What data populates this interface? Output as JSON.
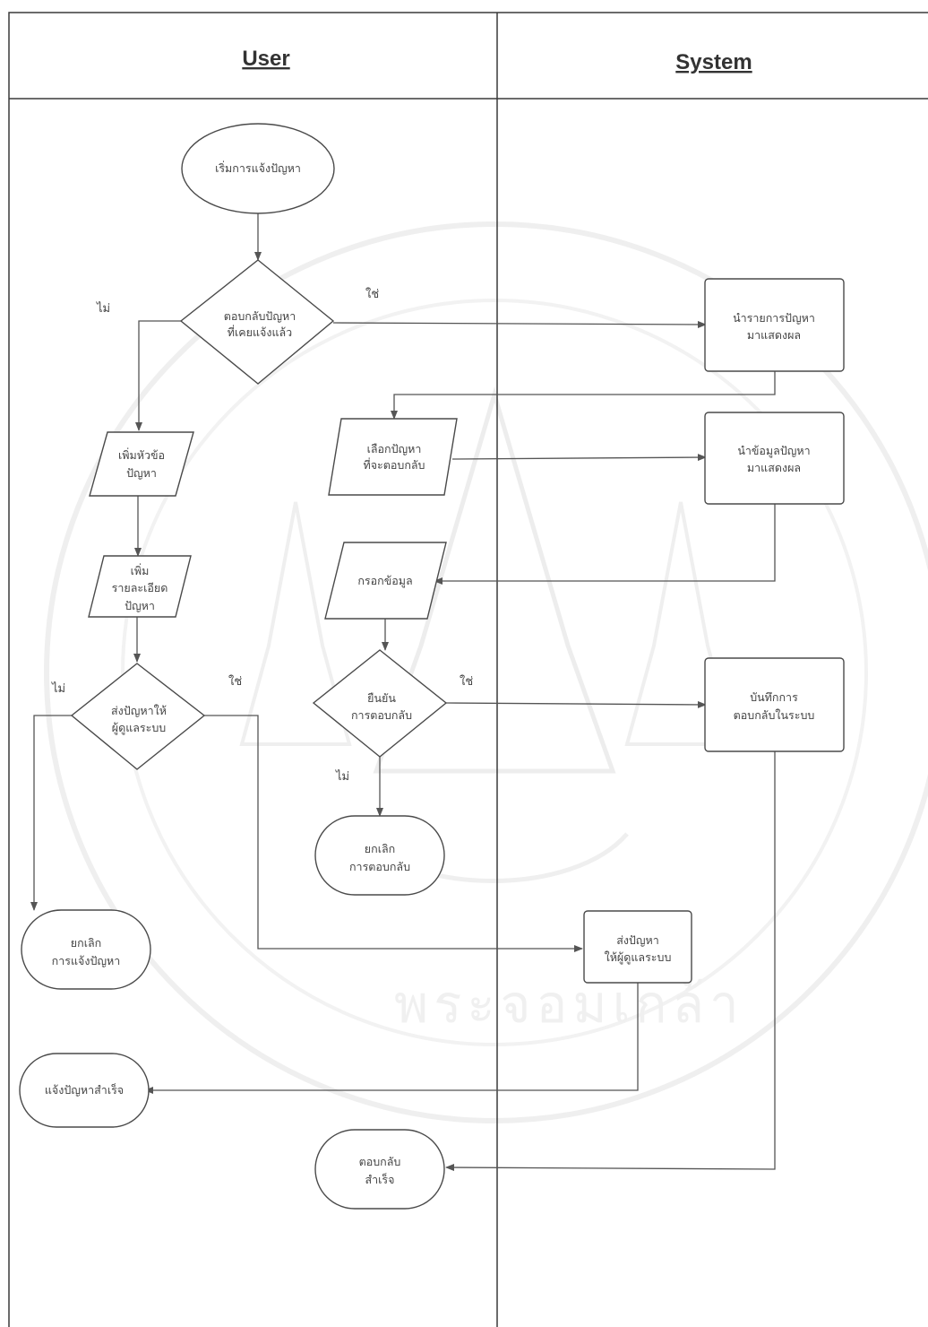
{
  "colors": {
    "stroke": "#4a4a4a",
    "text": "#444444",
    "watermark": "#e2e2e2"
  },
  "lanes": {
    "user": "User",
    "system": "System"
  },
  "nodes": {
    "start": "เริ่มการแจ้งปัญหา",
    "reply_existing": [
      "ตอบกลับปัญหา",
      "ที่เคยแจ้งแล้ว"
    ],
    "fetch_list": [
      "นำรายการปัญหา",
      "มาแสดงผล"
    ],
    "add_title": [
      "เพิ่มหัวข้อ",
      "ปัญหา"
    ],
    "select_problem": [
      "เลือกปัญหา",
      "ที่จะตอบกลับ"
    ],
    "fetch_detail": [
      "นำข้อมูลปัญหา",
      "มาแสดงผล"
    ],
    "add_detail": [
      "เพิ่ม",
      "รายละเอียด",
      "ปัญหา"
    ],
    "fill_data": "กรอกข้อมูล",
    "confirm_reply": [
      "ยืนยัน",
      "การตอบกลับ"
    ],
    "save_reply": [
      "บันทึกการ",
      "ตอบกลับในระบบ"
    ],
    "send_to_admin": [
      "ส่งปัญหาให้",
      "ผู้ดูแลระบบ"
    ],
    "cancel_reply": [
      "ยกเลิก",
      "การตอบกลับ"
    ],
    "cancel_report": [
      "ยกเลิก",
      "การแจ้งปัญหา"
    ],
    "system_send": [
      "ส่งปัญหา",
      "ให้ผู้ดูแลระบบ"
    ],
    "report_success": "แจ้งปัญหาสำเร็จ",
    "reply_success": [
      "ตอบกลับ",
      "สำเร็จ"
    ]
  },
  "edge_labels": {
    "yes": "ใช่",
    "no": "ไม่"
  },
  "watermark": {
    "seal_text": "พระจอมเกล้า"
  }
}
